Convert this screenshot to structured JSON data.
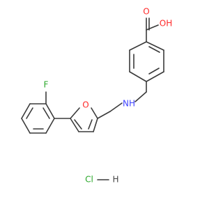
{
  "diagram": {
    "labels": {
      "acid_o": "O",
      "acid_oh": "OH",
      "amine_nh": "NH",
      "furan_o": "O",
      "fluorine": "F",
      "salt_cl": "Cl",
      "salt_h": "H"
    },
    "colors": {
      "bond": "#3a3a3a",
      "oxygen": "#ff2a2a",
      "nitrogen": "#3f44ff",
      "halogen": "#2aa82a",
      "hydrogen": "#444444"
    }
  }
}
